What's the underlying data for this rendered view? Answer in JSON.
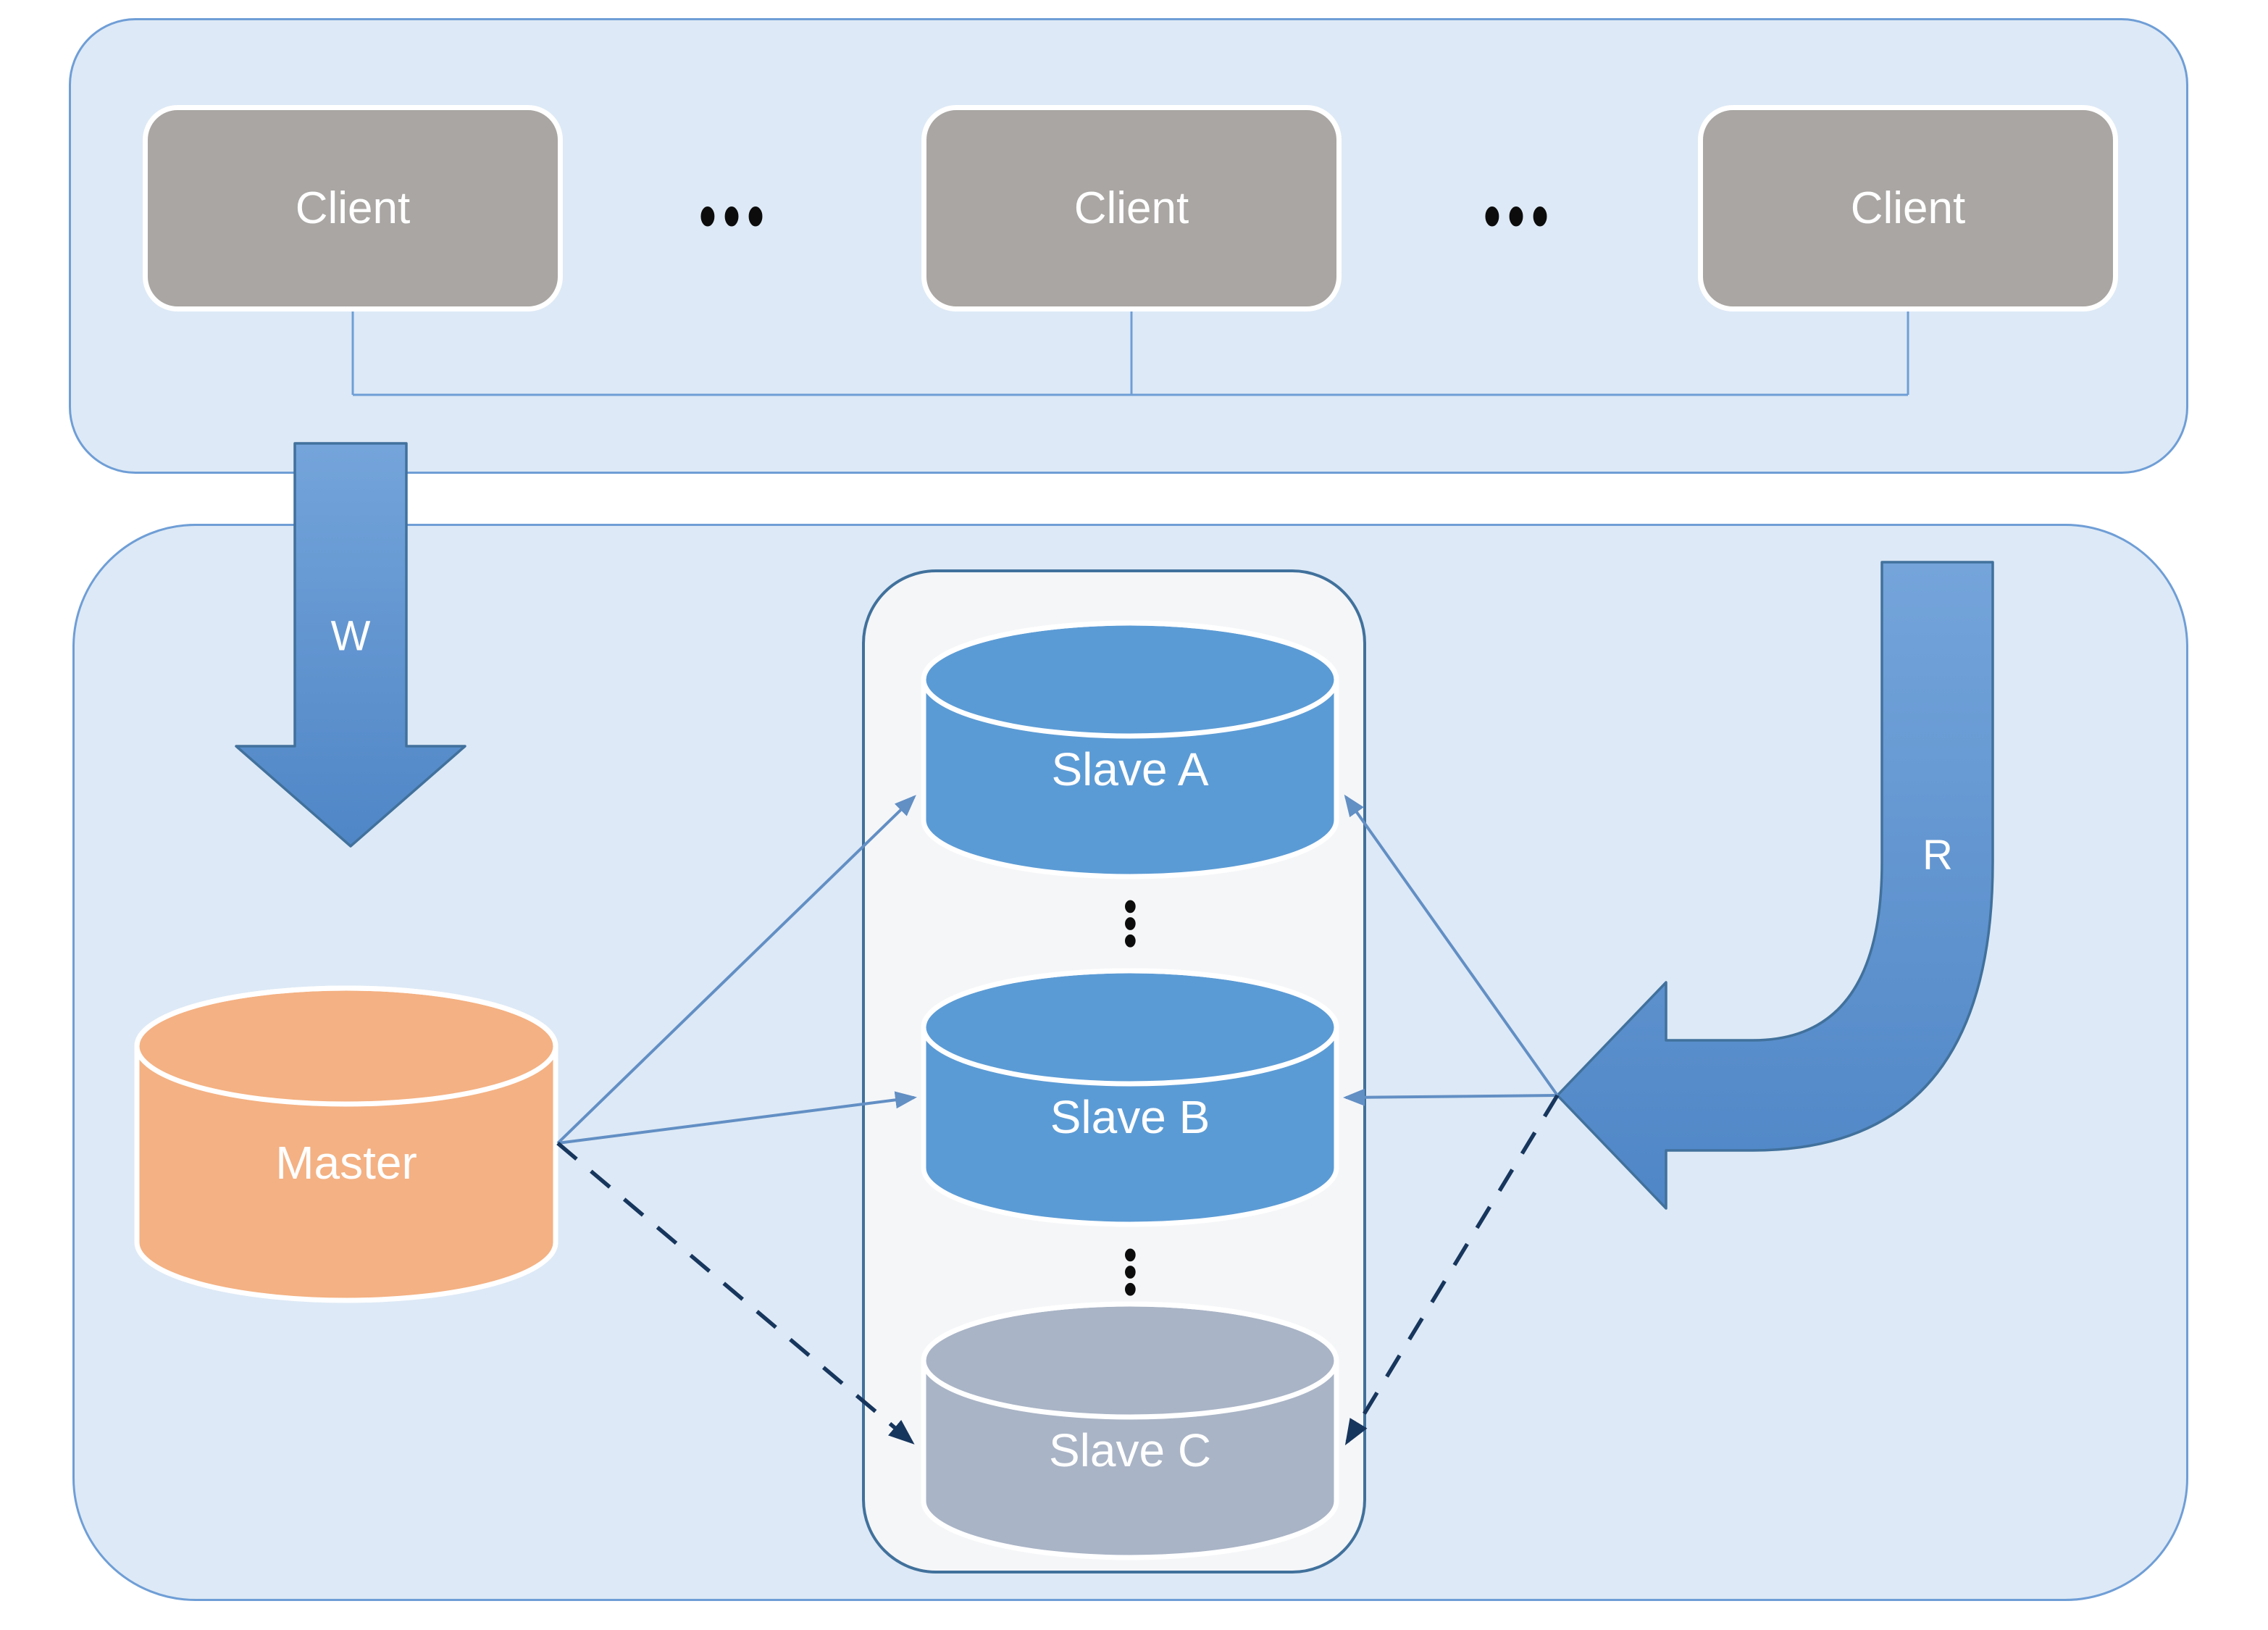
{
  "clients_tier": {
    "clients": [
      {
        "label": "Client"
      },
      {
        "label": "Client"
      },
      {
        "label": "Client"
      }
    ],
    "ellipsis": "•••"
  },
  "data_tier": {
    "master": {
      "label": "Master"
    },
    "slaves": [
      {
        "label": "Slave A"
      },
      {
        "label": "Slave B"
      },
      {
        "label": "Slave C"
      }
    ],
    "slave_ellipsis": "•••"
  },
  "flows": {
    "write_label": "W",
    "read_label": "R"
  },
  "colors": {
    "container_fill": "#dde9f6",
    "container_border": "#6f9ed6",
    "client_fill": "#a9a6a3",
    "client_text": "#ffffff",
    "panel_fill": "#f5f6f8",
    "panel_border": "#41719c",
    "slave_fill": "#5b9bd5",
    "slave_offline_fill": "#a9b4c6",
    "master_fill": "#f4b183",
    "cylinder_stroke": "#ffffff",
    "block_arrow_fill": "#4f86c6",
    "block_arrow_fill_light": "#74a4da",
    "block_arrow_border": "#41719c",
    "replicate_arrow": "#628fc4",
    "lagging_arrow": "#17365d",
    "connector": "#6f9ed6",
    "ellipsis_color": "#0c0c0c",
    "label_text": "#ffffff"
  }
}
